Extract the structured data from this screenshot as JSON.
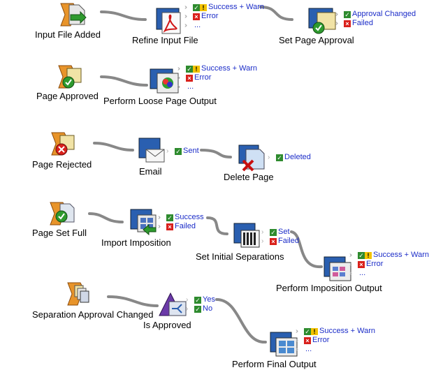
{
  "nodes": [
    {
      "id": "input-file-added",
      "kind": "trigger",
      "label": "Input File Added",
      "icon": "trigger-file-icon"
    },
    {
      "id": "refine-input-file",
      "kind": "task",
      "label": "Refine Input File",
      "icon": "pdf-document-icon",
      "outputs": [
        {
          "status": "success-warn",
          "text": "Success + Warn"
        },
        {
          "status": "error",
          "text": "Error"
        },
        {
          "status": "more",
          "text": "..."
        }
      ]
    },
    {
      "id": "set-page-approval",
      "kind": "task",
      "label": "Set Page Approval",
      "icon": "approval-stamp-icon",
      "outputs": [
        {
          "status": "success",
          "text": "Approval Changed"
        },
        {
          "status": "error",
          "text": "Failed"
        }
      ]
    },
    {
      "id": "page-approved",
      "kind": "trigger",
      "label": "Page Approved",
      "icon": "trigger-approved-icon"
    },
    {
      "id": "perform-loose-page-output",
      "kind": "task",
      "label": "Perform Loose Page Output",
      "icon": "color-output-icon",
      "outputs": [
        {
          "status": "success-warn",
          "text": "Success + Warn"
        },
        {
          "status": "error",
          "text": "Error"
        },
        {
          "status": "more",
          "text": "..."
        }
      ]
    },
    {
      "id": "page-rejected",
      "kind": "trigger",
      "label": "Page Rejected",
      "icon": "trigger-rejected-icon"
    },
    {
      "id": "email",
      "kind": "task",
      "label": "Email",
      "icon": "envelope-icon",
      "outputs": [
        {
          "status": "success",
          "text": "Sent"
        }
      ]
    },
    {
      "id": "delete-page",
      "kind": "task",
      "label": "Delete Page",
      "icon": "delete-page-icon",
      "outputs": [
        {
          "status": "success",
          "text": "Deleted"
        }
      ]
    },
    {
      "id": "page-set-full",
      "kind": "trigger",
      "label": "Page Set Full",
      "icon": "trigger-page-set-icon"
    },
    {
      "id": "import-imposition",
      "kind": "task",
      "label": "Import Imposition",
      "icon": "import-imposition-icon",
      "outputs": [
        {
          "status": "success",
          "text": "Success"
        },
        {
          "status": "error",
          "text": "Failed"
        }
      ]
    },
    {
      "id": "set-initial-separations",
      "kind": "task",
      "label": "Set Initial Separations",
      "icon": "separations-icon",
      "outputs": [
        {
          "status": "success",
          "text": "Set"
        },
        {
          "status": "error",
          "text": "Failed"
        }
      ]
    },
    {
      "id": "perform-imposition-output",
      "kind": "task",
      "label": "Perform Imposition Output",
      "icon": "imposition-output-icon",
      "outputs": [
        {
          "status": "success-warn",
          "text": "Success + Warn"
        },
        {
          "status": "error",
          "text": "Error"
        },
        {
          "status": "more",
          "text": "..."
        }
      ]
    },
    {
      "id": "separation-approval-changed",
      "kind": "trigger",
      "label": "Separation Approval Changed",
      "icon": "trigger-separation-icon"
    },
    {
      "id": "is-approved",
      "kind": "decision",
      "label": "Is Approved",
      "icon": "decision-icon",
      "outputs": [
        {
          "status": "success",
          "text": "Yes"
        },
        {
          "status": "success",
          "text": "No"
        }
      ]
    },
    {
      "id": "perform-final-output",
      "kind": "task",
      "label": "Perform Final Output",
      "icon": "final-output-icon",
      "outputs": [
        {
          "status": "success-warn",
          "text": "Success + Warn"
        },
        {
          "status": "error",
          "text": "Error"
        },
        {
          "status": "more",
          "text": "..."
        }
      ]
    }
  ],
  "connections": [
    {
      "from": "input-file-added",
      "to": "refine-input-file"
    },
    {
      "from": "refine-input-file",
      "output": "Success + Warn",
      "to": "set-page-approval"
    },
    {
      "from": "page-approved",
      "to": "perform-loose-page-output"
    },
    {
      "from": "page-rejected",
      "to": "email"
    },
    {
      "from": "email",
      "output": "Sent",
      "to": "delete-page"
    },
    {
      "from": "page-set-full",
      "to": "import-imposition"
    },
    {
      "from": "import-imposition",
      "output": "Success",
      "to": "set-initial-separations"
    },
    {
      "from": "set-initial-separations",
      "output": "Set",
      "to": "perform-imposition-output"
    },
    {
      "from": "separation-approval-changed",
      "to": "is-approved"
    },
    {
      "from": "is-approved",
      "output": "Yes",
      "to": "perform-final-output"
    }
  ]
}
